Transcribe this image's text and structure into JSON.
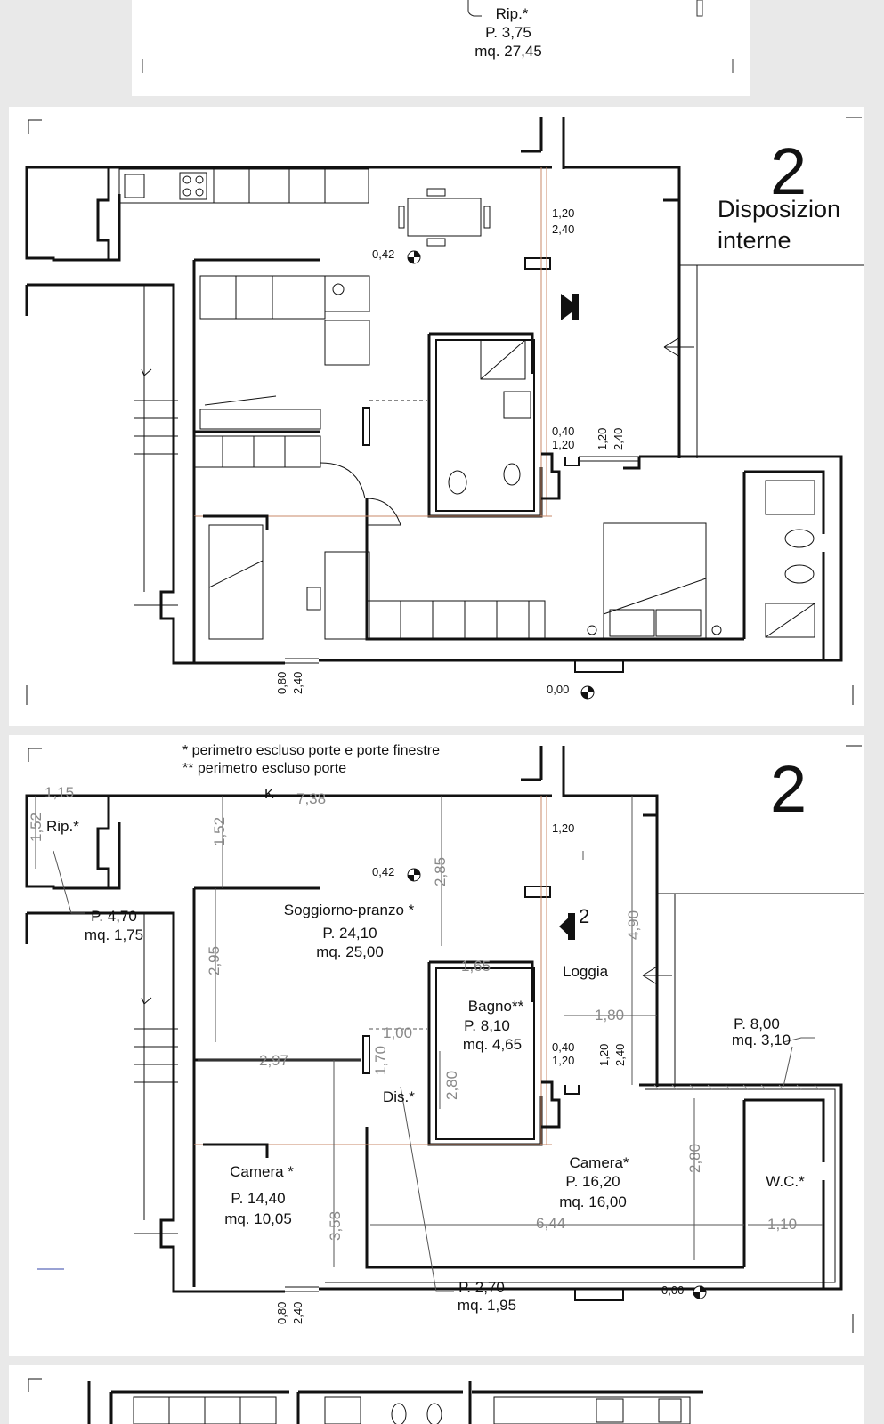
{
  "top_panel": {
    "room_label": "Rip.*",
    "perimeter": "P. 3,75",
    "area": "mq. 27,45"
  },
  "panel1": {
    "number": "2",
    "title_line1": "Disposizion",
    "title_line2": "interne",
    "elev_living": "0,42",
    "elev_outside": "0,00",
    "win_loggia_top": "1,20",
    "win_loggia_bottom": "2,40",
    "win_bath_a": "0,40",
    "win_bath_b": "1,20",
    "win_vert_a": "1,20",
    "win_vert_b": "2,40",
    "win_bottom_a": "0,80",
    "win_bottom_b": "2,40"
  },
  "panel2": {
    "number": "2",
    "note1": "* perimetro escluso porte e porte finestre",
    "note2": "** perimetro escluso porte",
    "kitchen_mark": "K",
    "elev_living": "0,42",
    "elev_outside": "0,00",
    "entry_arrow_label": "2",
    "rooms": {
      "rip": {
        "name": "Rip.*",
        "perimeter": "P. 4,70",
        "area": "mq. 1,75"
      },
      "soggiorno": {
        "name": "Soggiorno-pranzo *",
        "perimeter": "P. 24,10",
        "area": "mq. 25,00"
      },
      "bagno": {
        "name": "Bagno**",
        "perimeter": "P. 8,10",
        "area": "mq. 4,65"
      },
      "loggia": {
        "name": "Loggia"
      },
      "wc": {
        "name": "W.C.*",
        "perimeter": "P. 8,00",
        "area": "mq. 3,10"
      },
      "camera1": {
        "name": "Camera *",
        "perimeter": "P. 14,40",
        "area": "mq. 10,05"
      },
      "camera2": {
        "name": "Camera*",
        "perimeter": "P. 16,20",
        "area": "mq. 16,00"
      },
      "dis": {
        "name": "Dis.*",
        "perimeter": "P. 2,70",
        "area": "mq. 1,95"
      }
    },
    "dimensions": {
      "rip_w": "1,15",
      "rip_h": "1,52",
      "living_w": "7,38",
      "living_h_left": "1,52",
      "living_h_mid": "2,85",
      "living_h_low": "2,95",
      "bagno_w": "1,65",
      "bagno_h": "2,80",
      "dis_w": "1,00",
      "dis_h": "1,70",
      "corr_w": "2,97",
      "loggia_w": "1,80",
      "loggia_h": "4,90",
      "camera1_h": "3,58",
      "camera2_w": "6,44",
      "camera2_h": "2,80",
      "wc_w": "1,10"
    },
    "win_loggia_top": "1,20",
    "win_bath_a": "0,40",
    "win_bath_b": "1,20",
    "win_vert_a": "1,20",
    "win_vert_b": "2,40",
    "win_bottom_a": "0,80",
    "win_bottom_b": "2,40"
  }
}
